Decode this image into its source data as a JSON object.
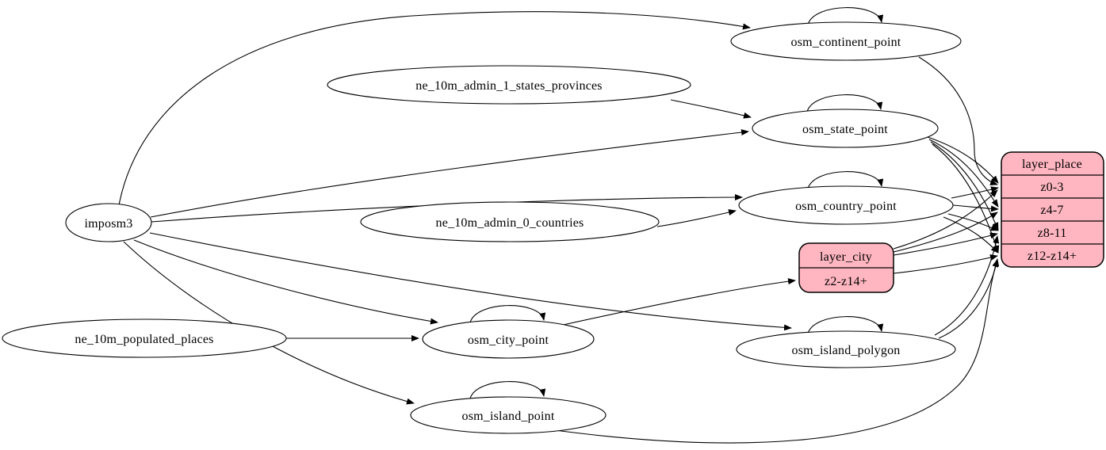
{
  "diagram": {
    "kind": "graphviz-etl-digraph",
    "colors": {
      "background": "#ffffff",
      "edge": "#000000",
      "ellipse_fill": "#ffffff",
      "record_fill": "#ffb6c1",
      "stroke": "#000000"
    },
    "nodes": {
      "imposm3": {
        "label": "imposm3",
        "shape": "ellipse"
      },
      "ne_10m_admin_1_states_provinces": {
        "label": "ne_10m_admin_1_states_provinces",
        "shape": "ellipse"
      },
      "ne_10m_admin_0_countries": {
        "label": "ne_10m_admin_0_countries",
        "shape": "ellipse"
      },
      "ne_10m_populated_places": {
        "label": "ne_10m_populated_places",
        "shape": "ellipse"
      },
      "osm_continent_point": {
        "label": "osm_continent_point",
        "shape": "ellipse"
      },
      "osm_state_point": {
        "label": "osm_state_point",
        "shape": "ellipse"
      },
      "osm_country_point": {
        "label": "osm_country_point",
        "shape": "ellipse"
      },
      "osm_city_point": {
        "label": "osm_city_point",
        "shape": "ellipse"
      },
      "osm_island_polygon": {
        "label": "osm_island_polygon",
        "shape": "ellipse"
      },
      "osm_island_point": {
        "label": "osm_island_point",
        "shape": "ellipse"
      },
      "layer_city": {
        "label": "layer_city",
        "shape": "record",
        "rows": [
          "z2-z14+"
        ]
      },
      "layer_place": {
        "label": "layer_place",
        "shape": "record",
        "rows": [
          "z0-3",
          "z4-7",
          "z8-11",
          "z12-z14+"
        ]
      }
    },
    "edges": [
      {
        "from": "imposm3",
        "to": "osm_continent_point"
      },
      {
        "from": "imposm3",
        "to": "osm_state_point"
      },
      {
        "from": "imposm3",
        "to": "osm_country_point"
      },
      {
        "from": "imposm3",
        "to": "osm_city_point"
      },
      {
        "from": "imposm3",
        "to": "osm_island_polygon"
      },
      {
        "from": "imposm3",
        "to": "osm_island_point"
      },
      {
        "from": "ne_10m_admin_1_states_provinces",
        "to": "osm_state_point"
      },
      {
        "from": "ne_10m_admin_0_countries",
        "to": "osm_country_point"
      },
      {
        "from": "ne_10m_populated_places",
        "to": "osm_city_point"
      },
      {
        "from": "osm_continent_point",
        "to": "osm_continent_point",
        "self_loop": true
      },
      {
        "from": "osm_state_point",
        "to": "osm_state_point",
        "self_loop": true
      },
      {
        "from": "osm_country_point",
        "to": "osm_country_point",
        "self_loop": true
      },
      {
        "from": "osm_city_point",
        "to": "osm_city_point",
        "self_loop": true
      },
      {
        "from": "osm_island_polygon",
        "to": "osm_island_polygon",
        "self_loop": true
      },
      {
        "from": "osm_island_point",
        "to": "osm_island_point",
        "self_loop": true
      },
      {
        "from": "osm_city_point",
        "to": "layer_city",
        "to_row": "z2-z14+"
      },
      {
        "from": "osm_continent_point",
        "to": "layer_place",
        "to_row": "z0-3"
      },
      {
        "from": "osm_state_point",
        "to": "layer_place",
        "to_row": "z0-3"
      },
      {
        "from": "osm_state_point",
        "to": "layer_place",
        "to_row": "z4-7"
      },
      {
        "from": "osm_state_point",
        "to": "layer_place",
        "to_row": "z8-11"
      },
      {
        "from": "osm_state_point",
        "to": "layer_place",
        "to_row": "z12-z14+"
      },
      {
        "from": "osm_country_point",
        "to": "layer_place",
        "to_row": "z0-3"
      },
      {
        "from": "osm_country_point",
        "to": "layer_place",
        "to_row": "z4-7"
      },
      {
        "from": "osm_country_point",
        "to": "layer_place",
        "to_row": "z8-11"
      },
      {
        "from": "osm_country_point",
        "to": "layer_place",
        "to_row": "z12-z14+"
      },
      {
        "from": "layer_city",
        "to": "layer_place",
        "to_row": "z0-3"
      },
      {
        "from": "layer_city",
        "to": "layer_place",
        "to_row": "z4-7"
      },
      {
        "from": "layer_city",
        "to": "layer_place",
        "to_row": "z8-11"
      },
      {
        "from": "layer_city",
        "to": "layer_place",
        "to_row": "z12-z14+"
      },
      {
        "from": "osm_island_polygon",
        "to": "layer_place",
        "to_row": "z8-11"
      },
      {
        "from": "osm_island_polygon",
        "to": "layer_place",
        "to_row": "z12-z14+"
      },
      {
        "from": "osm_island_point",
        "to": "layer_place",
        "to_row": "z12-z14+"
      }
    ]
  }
}
